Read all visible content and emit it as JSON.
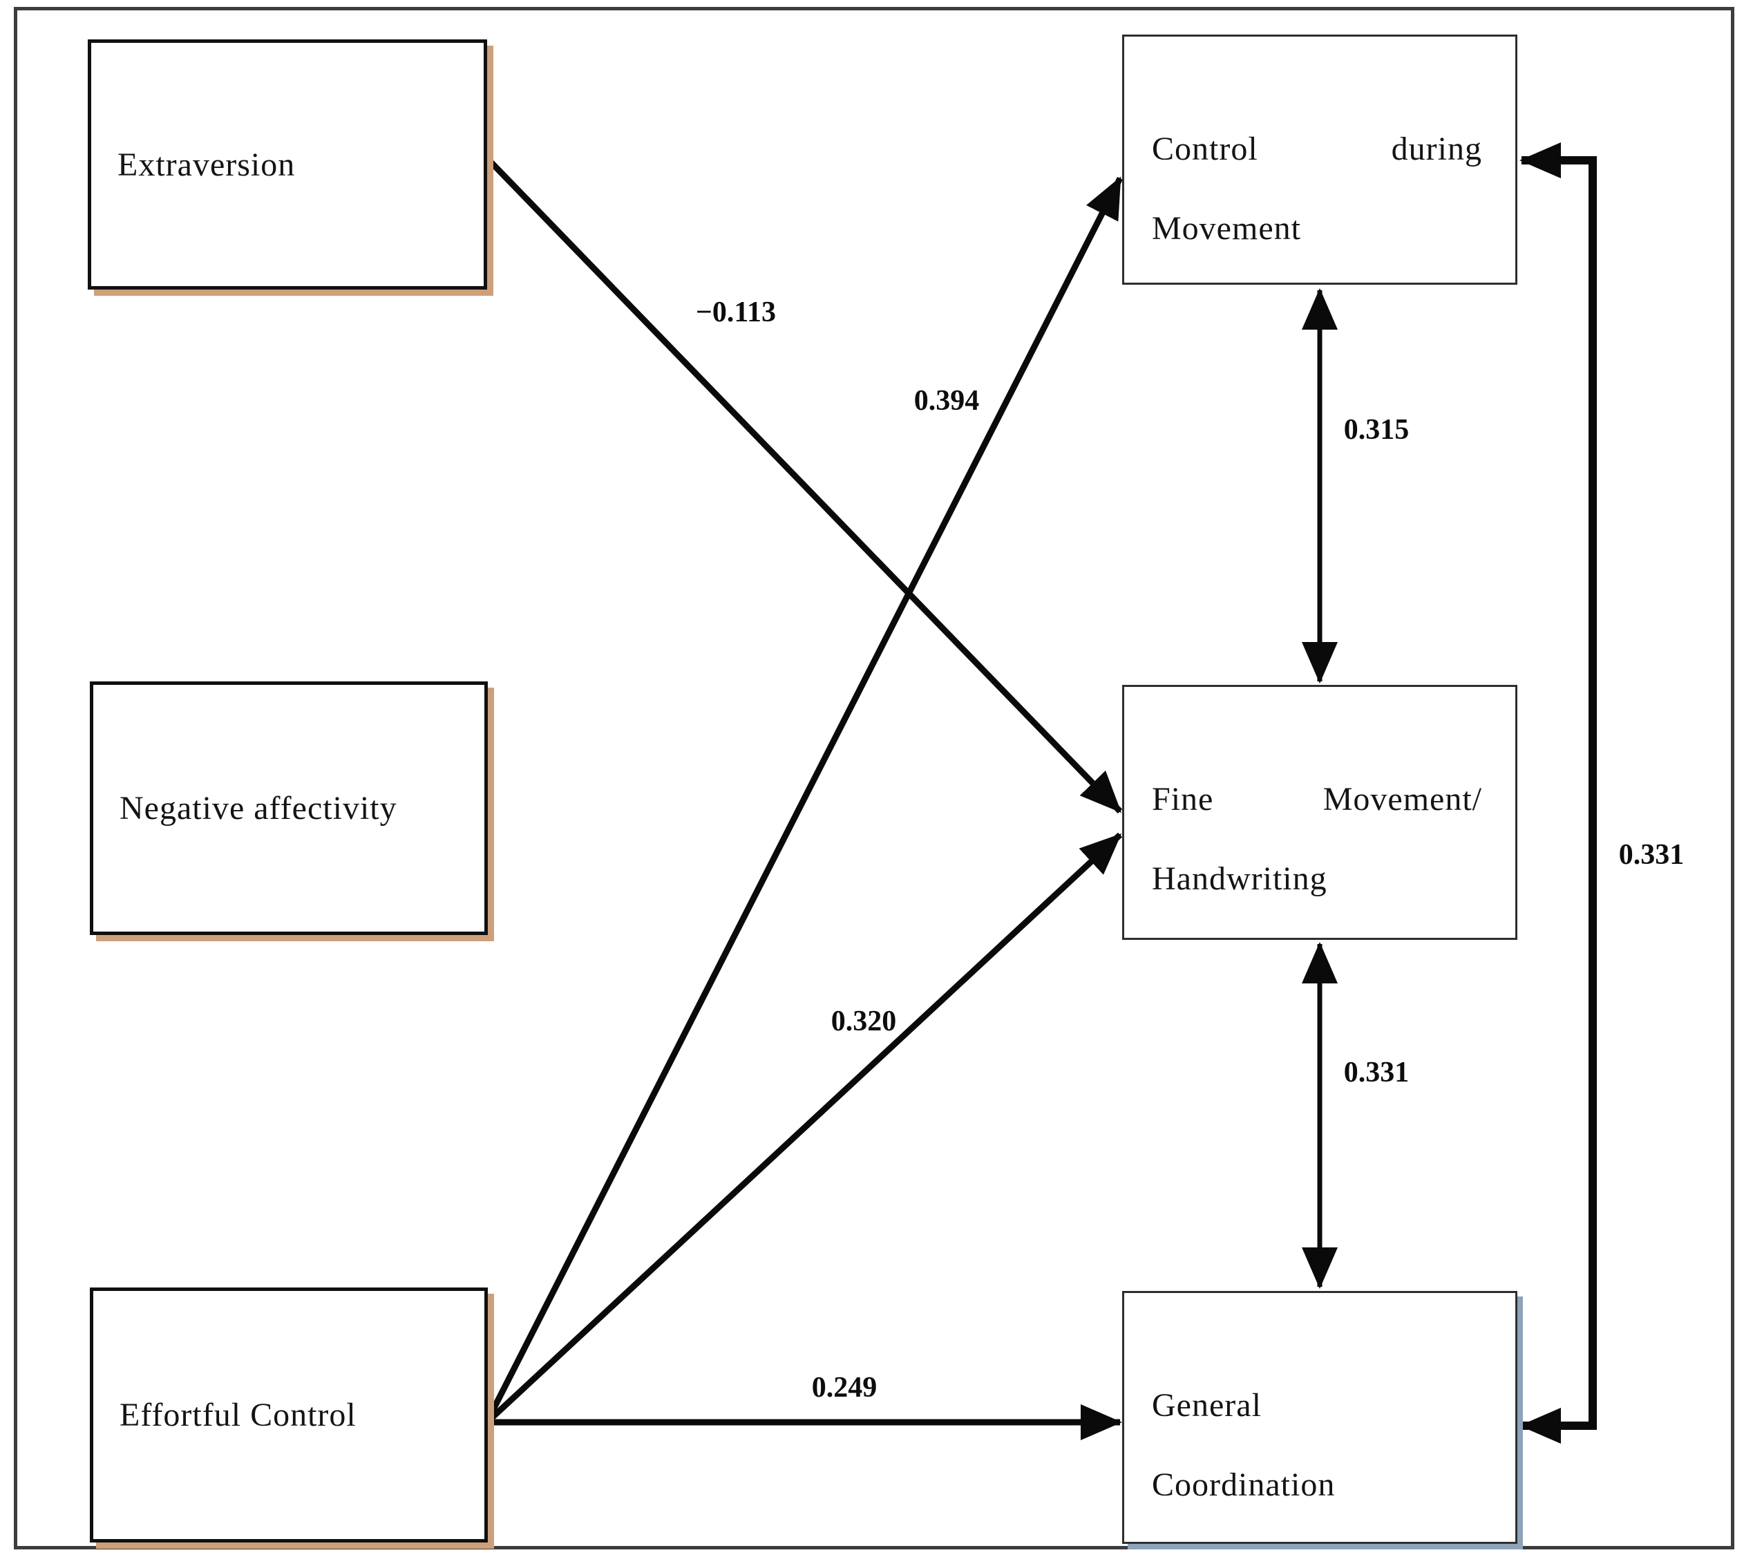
{
  "figure": {
    "type": "path-diagram",
    "background": "#ffffff",
    "frame_color": "#3d3d3d",
    "edge_color": "#0a0a0a",
    "left_node_shadow": "#cda07a",
    "general_node_shadow": "#8ea3ba"
  },
  "nodes": {
    "extraversion": {
      "label": "Extraversion"
    },
    "negative_affectivity": {
      "label": "Negative affectivity"
    },
    "effortful_control": {
      "label": "Effortful Control"
    },
    "control_during_movement": {
      "line1_left": "Control",
      "line1_right": "during",
      "line2": "Movement"
    },
    "fine_movement": {
      "line1_left": "Fine",
      "line1_right": "Movement/",
      "line2": "Handwriting"
    },
    "general_coordination": {
      "line1_left": "General",
      "line1_right": "",
      "line2": "Coordination"
    }
  },
  "paths": {
    "extraversion_to_fine": {
      "from": "extraversion",
      "to": "fine_movement",
      "arrow": "single",
      "coefficient": "−0.113"
    },
    "effortful_to_control": {
      "from": "effortful_control",
      "to": "control_during_movement",
      "arrow": "single",
      "coefficient": "0.394"
    },
    "effortful_to_fine": {
      "from": "effortful_control",
      "to": "fine_movement",
      "arrow": "single",
      "coefficient": "0.320"
    },
    "effortful_to_general": {
      "from": "effortful_control",
      "to": "general_coordination",
      "arrow": "single",
      "coefficient": "0.249"
    },
    "control_with_fine": {
      "from": "control_during_movement",
      "to": "fine_movement",
      "arrow": "double",
      "coefficient": "0.315"
    },
    "fine_with_general": {
      "from": "fine_movement",
      "to": "general_coordination",
      "arrow": "double",
      "coefficient": "0.331"
    },
    "control_with_general": {
      "from": "control_during_movement",
      "to": "general_coordination",
      "arrow": "double",
      "coefficient": "0.331"
    }
  }
}
